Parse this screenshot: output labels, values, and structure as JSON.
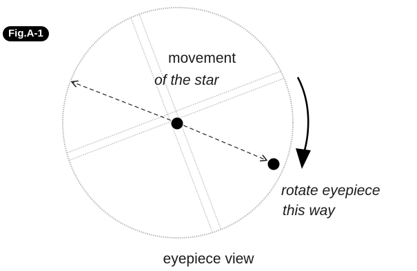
{
  "figure": {
    "badge": "Fig.A-1",
    "caption": "eyepiece view"
  },
  "labels": {
    "movement_line1": "movement",
    "movement_line2": "of the star",
    "rotate_line1": "rotate eyepiece",
    "rotate_line2": "this way"
  },
  "colors": {
    "outline": "#aaaaaa",
    "crosshair": "#bbbbbb",
    "star": "#000000",
    "arrow": "#222222"
  }
}
